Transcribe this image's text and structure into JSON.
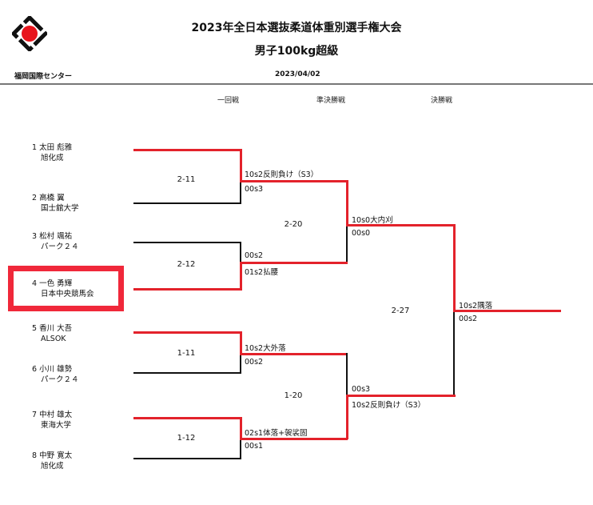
{
  "header": {
    "title": "2023年全日本選抜柔道体重別選手権大会",
    "subtitle": "男子100kg超級",
    "venue": "福岡国際センター",
    "date": "2023/04/02"
  },
  "rounds": [
    "一回戦",
    "準決勝戦",
    "決勝戦"
  ],
  "players": [
    {
      "seed": "1",
      "name": "太田 彪雅",
      "team": "旭化成"
    },
    {
      "seed": "2",
      "name": "高橋 翼",
      "team": "国士舘大学"
    },
    {
      "seed": "3",
      "name": "松村 颯祐",
      "team": "パーク２４"
    },
    {
      "seed": "4",
      "name": "一色 勇輝",
      "team": "日本中央競馬会"
    },
    {
      "seed": "5",
      "name": "香川 大吾",
      "team": "ALSOK"
    },
    {
      "seed": "6",
      "name": "小川 雄勢",
      "team": "パーク２４"
    },
    {
      "seed": "7",
      "name": "中村 雄太",
      "team": "東海大学"
    },
    {
      "seed": "8",
      "name": "中野 寛太",
      "team": "旭化成"
    }
  ],
  "matches": {
    "m1": {
      "id": "2-11",
      "top": "10s2反則負け（S3）",
      "bottom": "00s3"
    },
    "m2": {
      "id": "2-12",
      "top": "00s2",
      "bottom": "01s2払腰"
    },
    "m3": {
      "id": "1-11",
      "top": "10s2大外落",
      "bottom": "00s2"
    },
    "m4": {
      "id": "1-12",
      "top": "02s1体落+袈裟固",
      "bottom": "00s1"
    },
    "sf1": {
      "id": "2-20",
      "top": "10s0大内刈",
      "bottom": "00s0"
    },
    "sf2": {
      "id": "1-20",
      "top": "00s3",
      "bottom": "10s2反則負け（S3）"
    },
    "final": {
      "id": "2-27",
      "top": "10s2隅落",
      "bottom": "00s2"
    }
  },
  "colors": {
    "winner_line": "#e3222b",
    "highlight": "#f0283a"
  }
}
